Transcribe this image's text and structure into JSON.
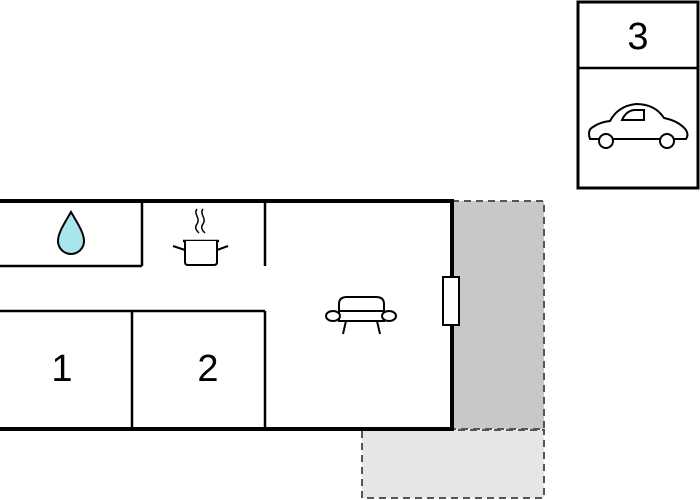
{
  "floorplan": {
    "rooms": [
      {
        "label": "1",
        "type": "bedroom"
      },
      {
        "label": "2",
        "type": "bedroom"
      },
      {
        "label": "3",
        "type": "garage"
      }
    ],
    "icons": {
      "bathroom": "water-drop-icon",
      "kitchen": "cooking-pot-icon",
      "living": "sofa-icon",
      "garage": "car-icon"
    },
    "colors": {
      "wall": "#000000",
      "terrace": "#c8c8c8",
      "outdoor_area": "#e6e6e6",
      "water_drop": "#a8e4ec",
      "outline_dashed": "#555555"
    }
  }
}
